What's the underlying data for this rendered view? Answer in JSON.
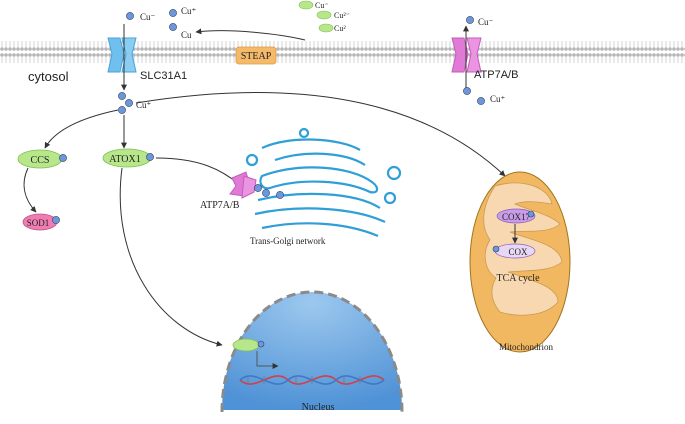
{
  "labels": {
    "cu_minus_top_left": "Cu⁻",
    "cu_plus_top": "Cu⁺",
    "cu_top": "Cu",
    "cu_minus_green": "Cu⁻",
    "cu_2minus": "Cu²⁻",
    "cu_2plus": "Cu²",
    "steap": "STEAP",
    "cytosol": "cytosol",
    "slc31a1": "SLC31A1",
    "cu_plus_cytosol": "Cu⁺",
    "atp7ab_membrane": "ATP7A/B",
    "cu_minus_atp": "Cu⁻",
    "cu_plus_atp": "Cu⁺",
    "ccs": "CCS",
    "sod1": "SOD1",
    "atox1": "ATOX1",
    "atp7ab_golgi": "ATP7A/B",
    "trans_golgi": "Trans-Golgi network",
    "cox17": "COX17",
    "cox": "COX",
    "tca": "TCA cycle",
    "mitochondrion": "Mitochondrion",
    "nucleus": "Nucleus"
  },
  "colors": {
    "copper_ion": "#6c97de",
    "green_protein": "#b8e68b",
    "steap_box": "#f5b96a",
    "transporter_blue": "#6fc0ee",
    "atpase_pink": "#e07ad6",
    "sod1_pink": "#f07cb2",
    "mito_outer": "#f2b861",
    "mito_inner": "#f8d8b0",
    "cox_purple": "#c89ce8",
    "nucleus_blue": "#6aa8df",
    "golgi_blue": "#2f9fd8"
  }
}
